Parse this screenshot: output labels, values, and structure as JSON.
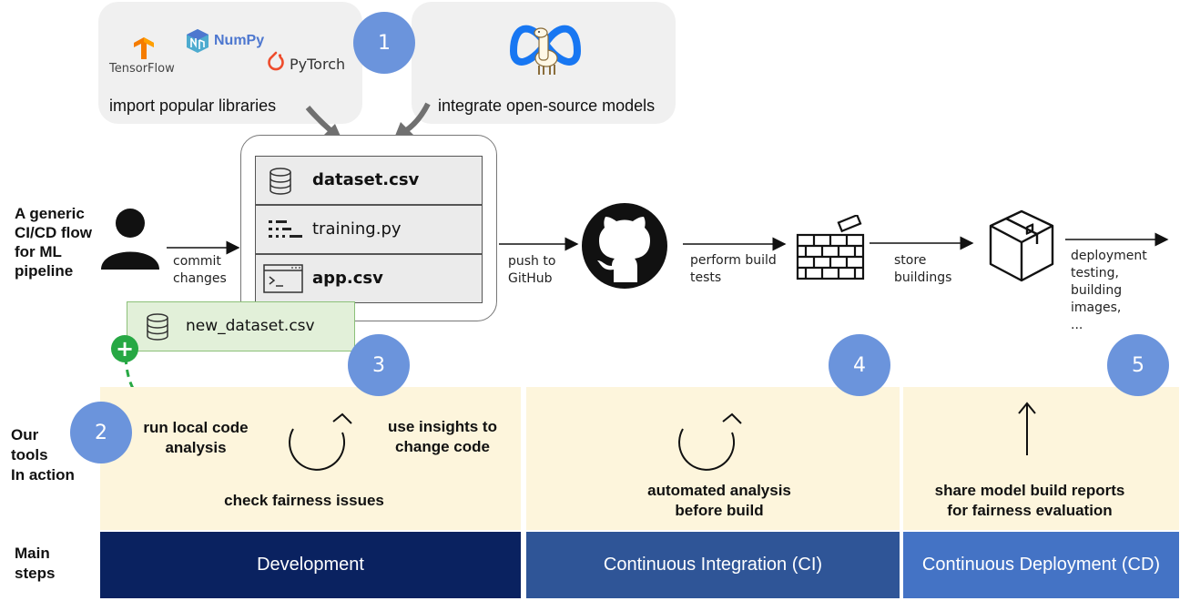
{
  "top": {
    "libraries_caption": "import popular libraries",
    "models_caption": "integrate open-source models",
    "lib_tensorflow": "TensorFlow",
    "lib_numpy": "NumPy",
    "lib_pytorch": "PyTorch"
  },
  "left_labels": {
    "flow": "A generic\nCI/CD flow\nfor ML\npipeline",
    "tools": "Our\ntools\nIn action",
    "steps": "Main\nsteps"
  },
  "repo_files": [
    "dataset.csv",
    "training.py",
    "app.csv"
  ],
  "new_file": "new_dataset.csv",
  "flow_labels": {
    "commit": "commit\nchanges",
    "push": "push to\nGitHub",
    "build": "perform build\ntests",
    "store": "store\nbuildings",
    "deploy": "deployment\ntesting,\nbuilding\nimages,\n..."
  },
  "numbers": [
    "1",
    "2",
    "3",
    "4",
    "5"
  ],
  "tools": {
    "local": "run local code\nanalysis",
    "insights": "use insights to\nchange code",
    "fairness": "check fairness issues",
    "automated": "automated analysis\nbefore build",
    "share": "share model build reports\nfor fairness evaluation"
  },
  "steps": [
    "Development",
    "Continuous Integration (CI)",
    "Continuous Deployment (CD)"
  ],
  "colors": {
    "development": "#0a2260",
    "ci": "#2f5597",
    "cd": "#4473c5",
    "band": "#fdf5dc",
    "circle": "#6b94dc",
    "green": "#27a844"
  }
}
